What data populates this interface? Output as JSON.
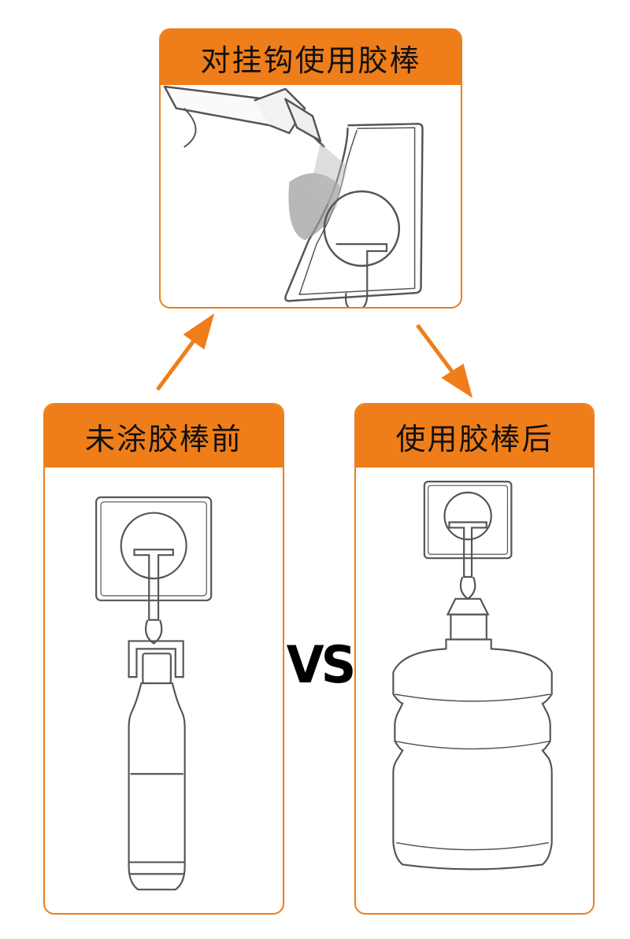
{
  "top_panel": {
    "title": "对挂钩使用胶棒"
  },
  "left_panel": {
    "title": "未涂胶棒前"
  },
  "right_panel": {
    "title": "使用胶棒后"
  },
  "vs_label": "VS",
  "colors": {
    "accent": "#ef7e1a",
    "line": "#555555",
    "glue": "#9a9a9a"
  }
}
